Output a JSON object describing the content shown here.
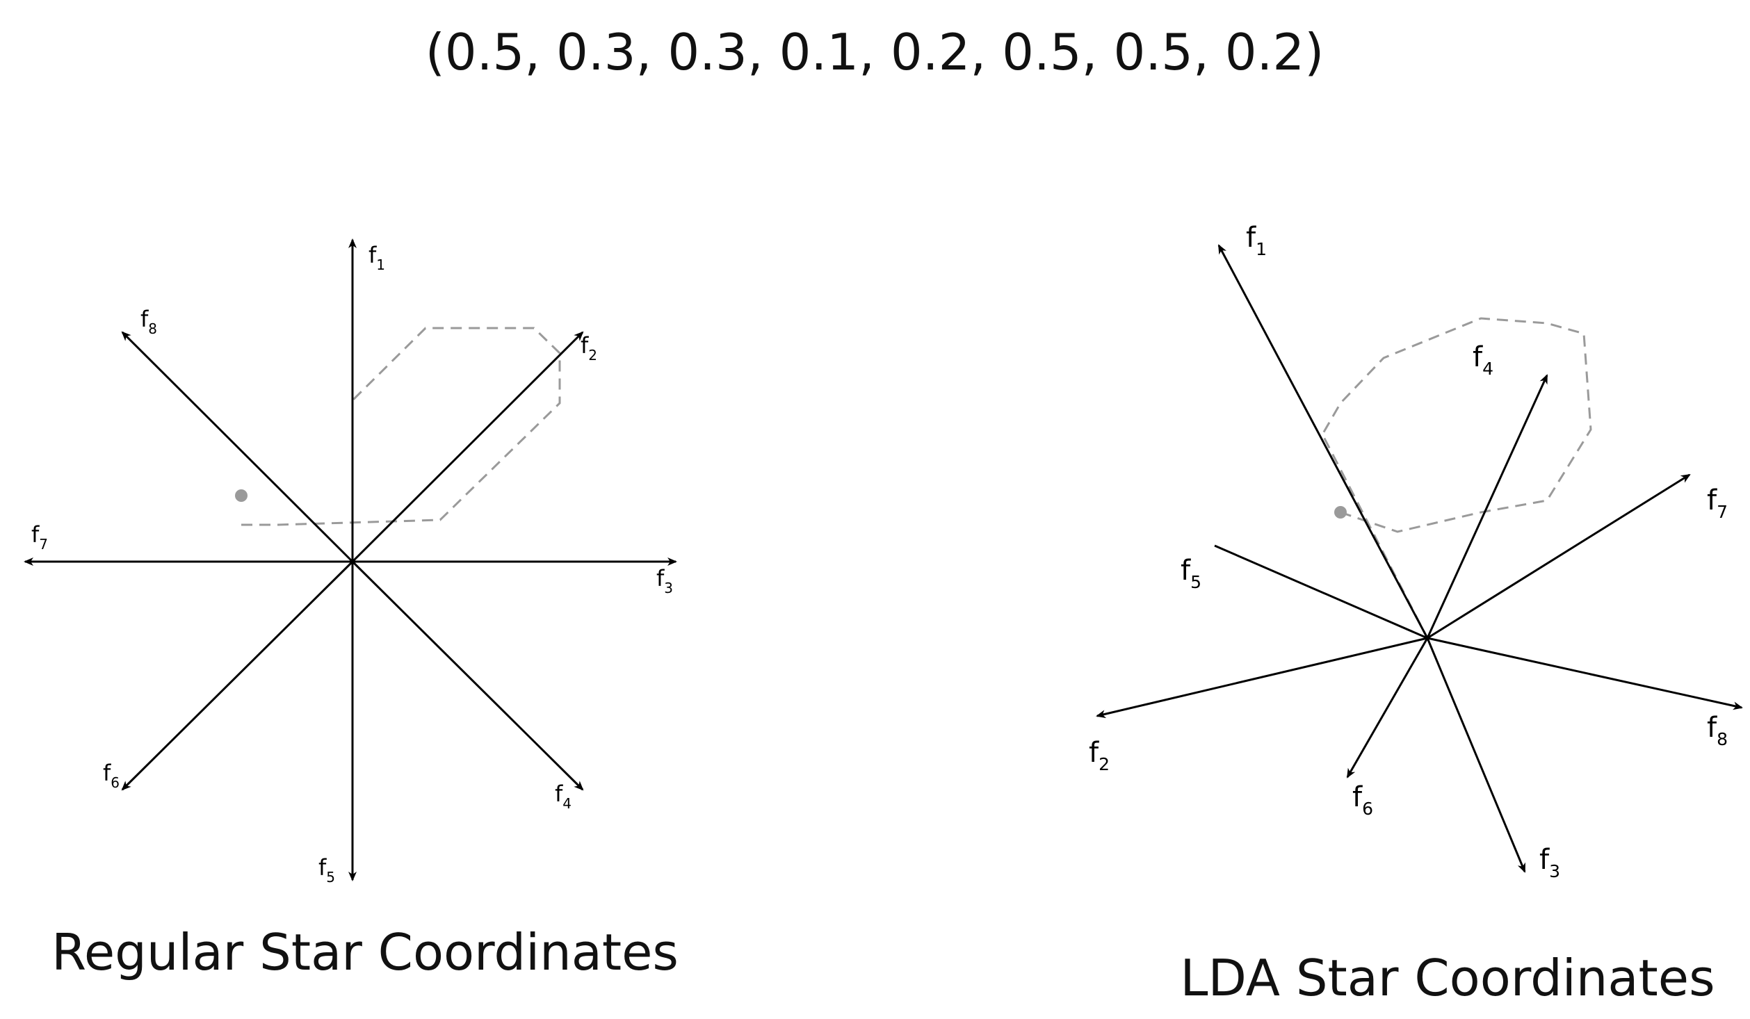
{
  "vector_label": "(0.5, 0.3, 0.3, 0.1, 0.2, 0.5, 0.5, 0.2)",
  "colors": {
    "axis": "#000000",
    "polyline": "#9a9a9a",
    "point": "#9a9a9a",
    "text": "#111111"
  },
  "panels": [
    {
      "id": "regular",
      "title": "Regular Star Coordinates",
      "axes": [
        {
          "base": "f",
          "index": "1"
        },
        {
          "base": "f",
          "index": "2"
        },
        {
          "base": "f",
          "index": "3"
        },
        {
          "base": "f",
          "index": "4"
        },
        {
          "base": "f",
          "index": "5"
        },
        {
          "base": "f",
          "index": "6"
        },
        {
          "base": "f",
          "index": "7"
        },
        {
          "base": "f",
          "index": "8"
        }
      ]
    },
    {
      "id": "lda",
      "title": "LDA Star Coordinates",
      "axes": [
        {
          "base": "f",
          "index": "1"
        },
        {
          "base": "f",
          "index": "2"
        },
        {
          "base": "f",
          "index": "3"
        },
        {
          "base": "f",
          "index": "4"
        },
        {
          "base": "f",
          "index": "5"
        },
        {
          "base": "f",
          "index": "6"
        },
        {
          "base": "f",
          "index": "7"
        },
        {
          "base": "f",
          "index": "8"
        }
      ]
    }
  ]
}
